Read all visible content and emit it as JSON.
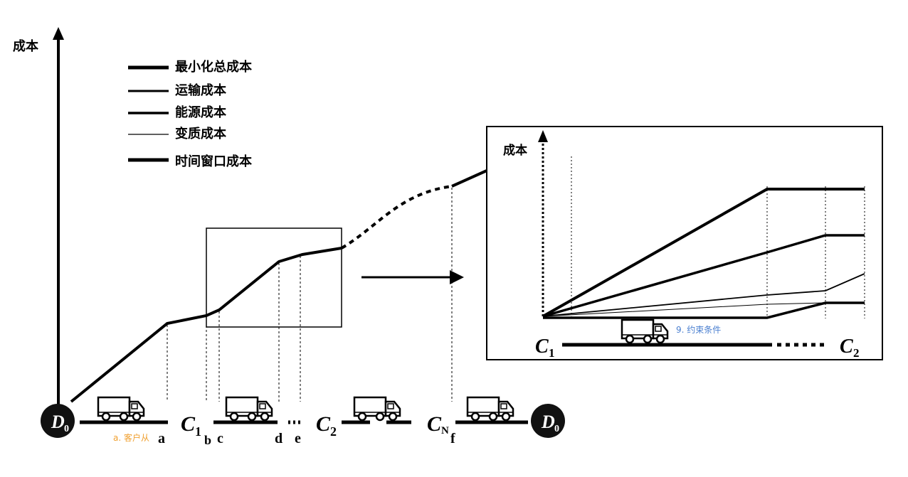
{
  "main_y_axis_label": "成本",
  "legend": [
    {
      "label": "最小化总成本",
      "weight": "heavy"
    },
    {
      "label": "运输成本",
      "weight": "medium"
    },
    {
      "label": "能源成本",
      "weight": "medium"
    },
    {
      "label": "变质成本",
      "weight": "thin"
    },
    {
      "label": "时间窗口成本",
      "weight": "heavy"
    }
  ],
  "route": {
    "depot_start": {
      "letter": "D",
      "sub": "0"
    },
    "depot_end": {
      "letter": "D",
      "sub": "0"
    },
    "customer_1": {
      "letter": "C",
      "sub": "1"
    },
    "customer_2": {
      "letter": "C",
      "sub": "2"
    },
    "customer_n": {
      "letter": "C",
      "sub": "N"
    },
    "points": [
      "a",
      "b",
      "c",
      "d",
      "e",
      "f"
    ]
  },
  "inset": {
    "y_axis_label": "成本",
    "from": {
      "letter": "C",
      "sub": "1"
    },
    "to": {
      "letter": "C",
      "sub": "2"
    }
  },
  "annotations": {
    "orange_note": "a. 客户从",
    "blue_note": "9. 约束条件"
  },
  "icons": [
    "truck-icon"
  ]
}
